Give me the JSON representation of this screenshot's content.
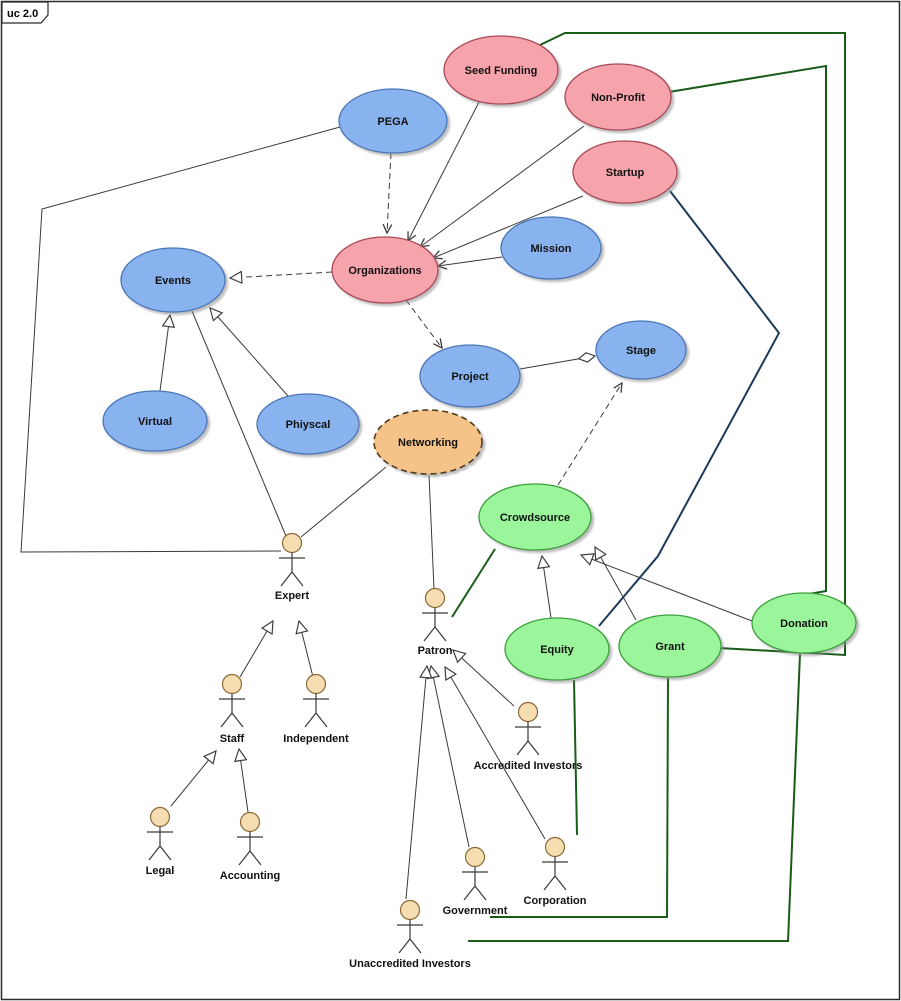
{
  "frame": {
    "label": "uc 2.0"
  },
  "colors": {
    "pink_fill": "#f7a3ab",
    "pink_stroke": "#a84a5a",
    "blue_fill": "#89b3ee",
    "blue_stroke": "#4a76b8",
    "green_fill": "#9bf59b",
    "green_stroke": "#3c9e3c",
    "orange_fill": "#f5c387",
    "orange_stroke": "#4d3a1f",
    "actor_fill": "#f6dcb1",
    "actor_stroke": "#8a6a34",
    "edge_black": "#3a3a3a",
    "edge_green": "#185c18",
    "edge_navy": "#1b3a5c"
  },
  "nodes": {
    "seed_funding": "Seed Funding",
    "non_profit": "Non-Profit",
    "startup": "Startup",
    "pega": "PEGA",
    "organizations": "Organizations",
    "mission": "Mission",
    "events": "Events",
    "stage": "Stage",
    "project": "Project",
    "virtual": "Virtual",
    "phiyscal": "Phiyscal",
    "networking": "Networking",
    "crowdsource": "Crowdsource",
    "equity": "Equity",
    "grant": "Grant",
    "donation": "Donation"
  },
  "actors": {
    "expert": "Expert",
    "patron": "Patron",
    "staff": "Staff",
    "independent": "Independent",
    "accredited_investors": "Accredited Investors",
    "legal": "Legal",
    "accounting": "Accounting",
    "government": "Government",
    "corporation": "Corporation",
    "unaccredited_investors": "Unaccredited Investors"
  },
  "relationships": [
    {
      "from": "PEGA",
      "to": "Organizations",
      "type": "dependency"
    },
    {
      "from": "Organizations",
      "to": "Events",
      "type": "dependency"
    },
    {
      "from": "Organizations",
      "to": "Project",
      "type": "dependency"
    },
    {
      "from": "Crowdsource",
      "to": "Stage",
      "type": "dependency"
    },
    {
      "from": "Seed Funding",
      "to": "Organizations",
      "type": "directed-association"
    },
    {
      "from": "Non-Profit",
      "to": "Organizations",
      "type": "directed-association"
    },
    {
      "from": "Startup",
      "to": "Organizations",
      "type": "directed-association"
    },
    {
      "from": "Mission",
      "to": "Organizations",
      "type": "directed-association"
    },
    {
      "from": "Project",
      "to": "Stage",
      "type": "aggregation"
    },
    {
      "from": "Virtual",
      "to": "Events",
      "type": "generalization"
    },
    {
      "from": "Phiyscal",
      "to": "Events",
      "type": "generalization"
    },
    {
      "from": "Staff",
      "to": "Expert",
      "type": "generalization"
    },
    {
      "from": "Independent",
      "to": "Expert",
      "type": "generalization"
    },
    {
      "from": "Legal",
      "to": "Staff",
      "type": "generalization"
    },
    {
      "from": "Accounting",
      "to": "Staff",
      "type": "generalization"
    },
    {
      "from": "Accredited Investors",
      "to": "Patron",
      "type": "generalization"
    },
    {
      "from": "Government",
      "to": "Patron",
      "type": "generalization"
    },
    {
      "from": "Corporation",
      "to": "Patron",
      "type": "generalization"
    },
    {
      "from": "Unaccredited Investors",
      "to": "Patron",
      "type": "generalization"
    },
    {
      "from": "Equity",
      "to": "Crowdsource",
      "type": "generalization"
    },
    {
      "from": "Grant",
      "to": "Crowdsource",
      "type": "generalization"
    },
    {
      "from": "Donation",
      "to": "Crowdsource",
      "type": "generalization"
    },
    {
      "from": "Expert",
      "to": "Events",
      "type": "association"
    },
    {
      "from": "Expert",
      "to": "Networking",
      "type": "association"
    },
    {
      "from": "Patron",
      "to": "Networking",
      "type": "association"
    },
    {
      "from": "PEGA",
      "to": "Expert",
      "type": "association"
    },
    {
      "from": "Corporation",
      "to": "Equity",
      "type": "association"
    },
    {
      "from": "Government",
      "to": "Grant",
      "type": "association"
    },
    {
      "from": "Unaccredited Investors",
      "to": "Donation",
      "type": "association"
    },
    {
      "from": "Patron",
      "to": "Crowdsource",
      "type": "association"
    },
    {
      "from": "Non-Profit",
      "to": "Donation",
      "type": "association"
    },
    {
      "from": "Seed Funding",
      "to": "Grant",
      "type": "association"
    },
    {
      "from": "Startup",
      "to": "Equity",
      "type": "association"
    }
  ]
}
